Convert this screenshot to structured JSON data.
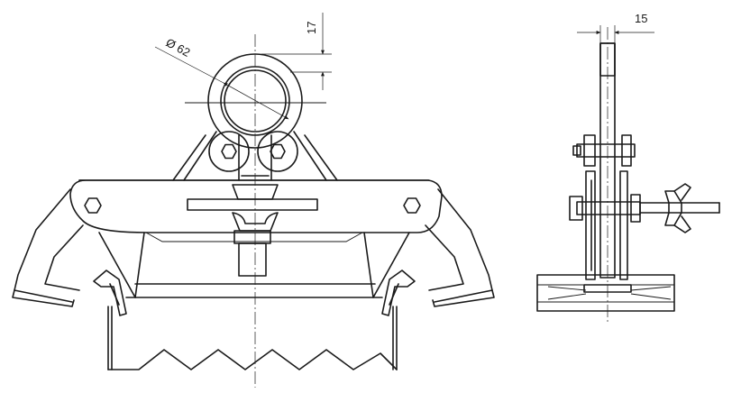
{
  "drawing": {
    "dimensions": {
      "ring_diameter": "Ø 62",
      "eye_offset": "17",
      "plate_thickness": "15"
    }
  }
}
